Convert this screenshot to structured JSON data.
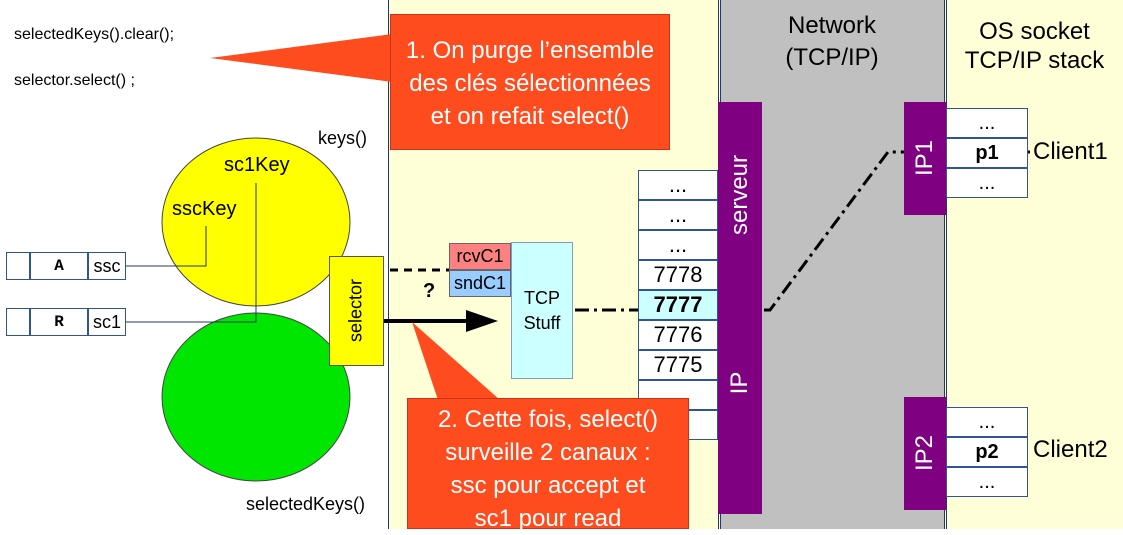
{
  "code": {
    "line1": "selectedKeys().clear();",
    "line2": "selector.select() ;"
  },
  "callout1": {
    "line1": "1. On purge l’ensemble",
    "line2": "des clés sélectionnées",
    "line3": "et on refait select()"
  },
  "callout2": {
    "line1": "2. Cette fois, select()",
    "line2": "surveille 2 canaux :",
    "line3": "ssc pour accept et",
    "line4": "sc1 pour read"
  },
  "sets": {
    "keys_label": "keys()",
    "selected_label": "selectedKeys()",
    "sc1key": "sc1Key",
    "ssckey": "sscKey"
  },
  "registrations": [
    {
      "op": "A",
      "channel": "ssc"
    },
    {
      "op": "R",
      "channel": "sc1"
    }
  ],
  "selector_label": "selector",
  "question": "?",
  "buffers": {
    "rcv": "rcvC1",
    "snd": "sndC1"
  },
  "tcp_stuff": {
    "line1": "TCP",
    "line2": "Stuff"
  },
  "ports": [
    "...",
    "...",
    "...",
    "7778",
    "7777",
    "7776",
    "7775",
    "",
    ""
  ],
  "server": {
    "serveur": "serveur",
    "ip": "IP"
  },
  "network": {
    "line1": "Network",
    "line2": "(TCP/IP)"
  },
  "os": {
    "line1": "OS socket",
    "line2": "TCP/IP stack"
  },
  "clients": [
    {
      "ip": "IP1",
      "port": "p1",
      "name": "Client1",
      "top": "...",
      "bottom": "..."
    },
    {
      "ip": "IP2",
      "port": "p2",
      "name": "Client2",
      "top": "...",
      "bottom": "..."
    }
  ],
  "colors": {
    "callout": "#ff4c1f",
    "server_bar": "#7f0080",
    "keys_circle": "#ffff00",
    "selected_circle": "#00e600",
    "tcp_box": "#ccffff",
    "rcv": "#ff8080",
    "snd": "#99ccff"
  }
}
